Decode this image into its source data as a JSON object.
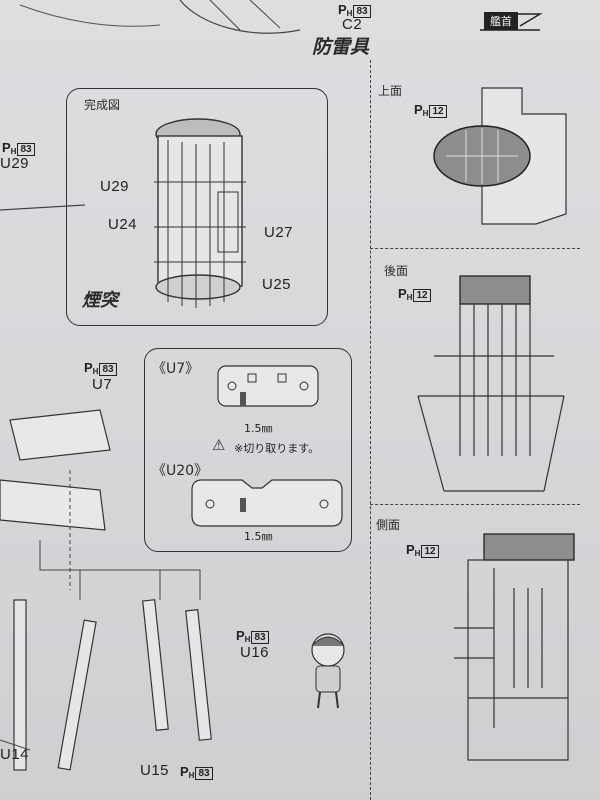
{
  "header": {
    "part_c2": "C2",
    "ph_ref_top": "83",
    "title_jp": "防雷具",
    "bow_tag": "艦首"
  },
  "completed_view": {
    "title": "完成図",
    "labels": [
      "U29",
      "U24",
      "U27",
      "U25"
    ],
    "stamp": "煙突"
  },
  "left_edge": {
    "ph_ref": "83",
    "part": "U29"
  },
  "detail_box": {
    "u7_title": "《U7》",
    "u20_title": "《U20》",
    "dim_u7": "1.5㎜",
    "dim_u20": "1.5㎜",
    "cut_note": "※切り取ります。"
  },
  "assembly": {
    "u7_ph": "83",
    "u7": "U7",
    "u16_ph": "83",
    "u16": "U16",
    "u15": "U15",
    "u15_ph": "83",
    "u14": "U14"
  },
  "views": {
    "top": {
      "title": "上面",
      "ph": "12"
    },
    "back": {
      "title": "後面",
      "ph": "12"
    },
    "side": {
      "title": "側面",
      "ph": "12"
    }
  }
}
